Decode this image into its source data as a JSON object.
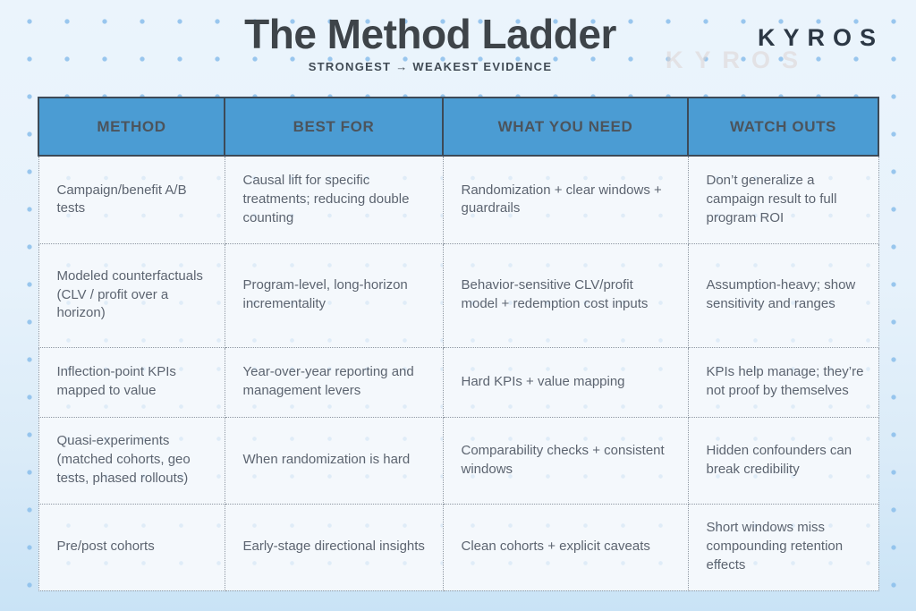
{
  "page": {
    "title": "The Method Ladder",
    "subtitle": "STRONGEST → WEAKEST EVIDENCE",
    "brand": "KYROS",
    "watermark": "KYROS"
  },
  "colors": {
    "header_bg": "#4b9cd3",
    "header_border": "#3d4a57",
    "header_text": "#4c545c",
    "cell_text": "#5c6470",
    "page_bg_top": "#ebf4fc",
    "page_bg_bottom": "#c9e3f6",
    "dot_color": "#8abeeb"
  },
  "table": {
    "headers": [
      "METHOD",
      "BEST FOR",
      "WHAT YOU NEED",
      "WATCH OUTS"
    ],
    "rows": [
      [
        "Campaign/benefit A/B tests",
        "Causal lift for specific treatments; reducing double counting",
        "Randomization + clear windows + guardrails",
        "Don’t generalize a campaign result to full program ROI"
      ],
      [
        "Modeled counterfactuals (CLV / profit over a horizon)",
        "Program-level, long-horizon incrementality",
        "Behavior-sensitive CLV/profit model + redemption cost inputs",
        "Assumption-heavy; show sensitivity and ranges"
      ],
      [
        "Inflection-point KPIs mapped to value",
        "Year-over-year reporting and management levers",
        "Hard KPIs + value mapping",
        "KPIs help manage; they’re not proof by themselves"
      ],
      [
        "Quasi-experiments (matched cohorts, geo tests, phased rollouts)",
        "When randomization is hard",
        "Comparability checks + consistent windows",
        "Hidden confounders can break credibility"
      ],
      [
        "Pre/post cohorts",
        "Early-stage directional insights",
        "Clean cohorts + explicit caveats",
        "Short windows miss compounding retention effects"
      ]
    ]
  }
}
